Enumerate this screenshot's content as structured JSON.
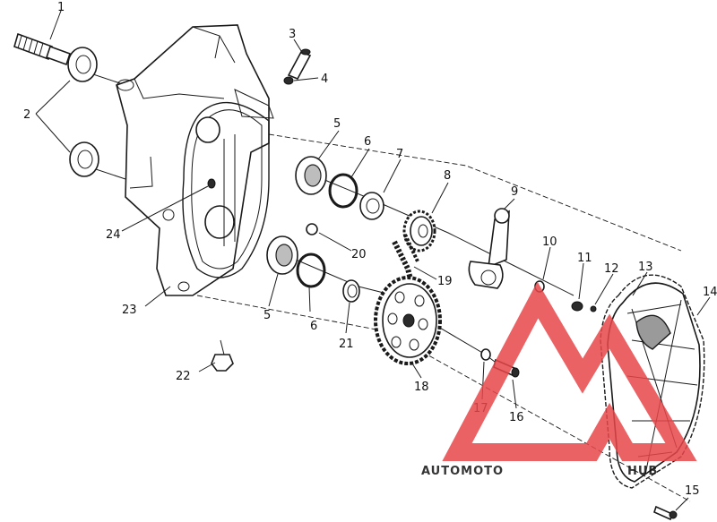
{
  "watermark": {
    "text_left": "AUTOMOTO",
    "text_right": "HUB",
    "color_orange": "#f3b27a",
    "color_red": "#e8474a",
    "color_grey": "#8a8a8a"
  },
  "callouts": [
    {
      "id": "c1",
      "label": "1"
    },
    {
      "id": "c2",
      "label": "2"
    },
    {
      "id": "c3",
      "label": "3"
    },
    {
      "id": "c4",
      "label": "4"
    },
    {
      "id": "c5a",
      "label": "5"
    },
    {
      "id": "c5b",
      "label": "5"
    },
    {
      "id": "c6a",
      "label": "6"
    },
    {
      "id": "c6b",
      "label": "6"
    },
    {
      "id": "c7",
      "label": "7"
    },
    {
      "id": "c8",
      "label": "8"
    },
    {
      "id": "c9",
      "label": "9"
    },
    {
      "id": "c10",
      "label": "10"
    },
    {
      "id": "c11",
      "label": "11"
    },
    {
      "id": "c12",
      "label": "12"
    },
    {
      "id": "c13",
      "label": "13"
    },
    {
      "id": "c14",
      "label": "14"
    },
    {
      "id": "c15",
      "label": "15"
    },
    {
      "id": "c16",
      "label": "16"
    },
    {
      "id": "c17",
      "label": "17"
    },
    {
      "id": "c18",
      "label": "18"
    },
    {
      "id": "c19",
      "label": "19"
    },
    {
      "id": "c20",
      "label": "20"
    },
    {
      "id": "c21",
      "label": "21"
    },
    {
      "id": "c22",
      "label": "22"
    },
    {
      "id": "c23",
      "label": "23"
    },
    {
      "id": "c24",
      "label": "24"
    }
  ]
}
